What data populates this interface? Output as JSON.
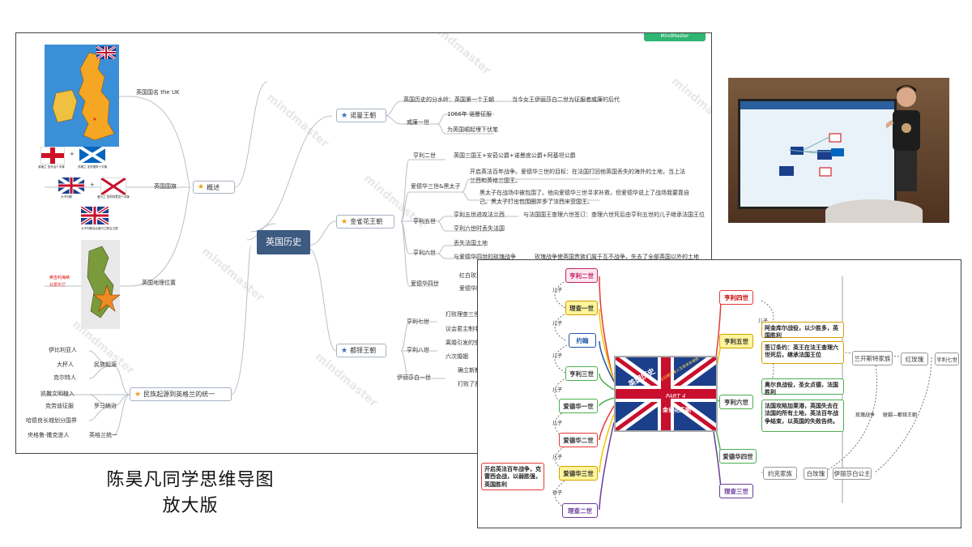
{
  "mindmap_left": {
    "root": "英国历史",
    "watermark": "mindmaster",
    "branches": {
      "overview": "概述",
      "norman": "诺曼王朝",
      "plantagenet": "金雀花王朝",
      "tudor": "都铎王朝",
      "origin": "民族起源到英格兰的统一"
    },
    "overview_items": [
      "英国国名 the UK",
      "英国国旗",
      "英国地理位置"
    ],
    "norman_items": {
      "watershed": "英国历史的分水岭：英国第一个王朝",
      "watershed_note": "当今女王伊丽莎白二世为征服者威廉的后代",
      "william": "威廉一世",
      "william_sub1": "1066年 诺曼征服",
      "william_sub2": "为英国崛起埋下伏笔"
    },
    "plantagenet_items": {
      "henry2": "亨利二世",
      "henry2_note": "英国三国王+安茹公爵+诺曼底公爵+阿基坦公爵",
      "edward3": "爱德华三世&黑太子",
      "edward3_note1": "开启英法百年战争。爱德华三世的目标：在法国打回他英国丢失的海外的土地，当上法兰西和英格兰国王。",
      "edward3_note2": "黑太子在战场中被包围了。他向爱德华三世寻求补救，但爱德华说上了战场我要靠自己。黑太子打出包围圈并多了法西米亚国王。",
      "henry5": "亨利五世",
      "henry5_note1": "亨利五世进攻法兰西",
      "henry5_note2": "与法国国王查理六世签订：查理六世死后由亨利五世的儿子继承法国王位",
      "henry5_note3": "亨利六世时丢失法国",
      "henry6": "亨利六世",
      "henry6_note1": "丢失法国土地",
      "henry6_note2": "与爱德华四世的玫瑰战争",
      "henry6_note3": "玫瑰战争使英国贵族们属于互不战争，失去了全部英国以外的土地",
      "edward4": "爱德华四世",
      "edward4_note1": "红白玫瑰",
      "edward4_note2": "爱德华四世"
    },
    "tudor_items": {
      "henry7": "亨利七世",
      "henry7_note1": "打败理查三世",
      "henry7_note2": "议会君主制中",
      "henry8": "亨利八世",
      "henry8_note1": "离婚引发的宗",
      "henry8_note2": "六次婚姻",
      "elizabeth": "伊丽莎白一世",
      "elizabeth_note1": "确立新教",
      "elizabeth_note2": "打败了西"
    },
    "origin_items": {
      "iberians": "伊比利亚人",
      "beakers": "大杯人",
      "celts": "克尔特人",
      "origin": "民族起源",
      "agricola": "凯撒文明植入",
      "claudius": "克劳迪征服",
      "roman_rule": "罗马统治",
      "hadrian": "哈德良长城划分国界",
      "anglo_saxons": "央格鲁-撒克逊人",
      "unification": "英格兰统一"
    },
    "flag_labels": {
      "england": "英格兰 圣乔治十字旗",
      "scotland": "苏格兰 圣安德鲁十字旗",
      "uk_early": "大不列颠",
      "ireland": "爱尔兰 圣帕特里克十字旗",
      "uk": "大不列颠及北爱尔兰联合王国"
    },
    "map_labels": {
      "map_red1": "英吉利海峡",
      "map_red2": "北爱尔兰"
    },
    "top_badge": "MindMaster"
  },
  "caption": {
    "line1": "陈昊凡同学思维导图",
    "line2": "放大版"
  },
  "mindmap_right": {
    "center_title": "英国历史",
    "center_sub": "王位继承者人生继承系谱图",
    "center_part": "PART 4",
    "center_dynasty": "金雀花王朝",
    "left_nodes": [
      "亨利二世",
      "理查一世",
      "约翰",
      "亨利三世",
      "爱德华一世",
      "爱德华二世",
      "爱德华三世",
      "理查二世"
    ],
    "right_nodes": [
      "亨利四世",
      "亨利五世",
      "亨利六世",
      "爱德华四世",
      "理查三世"
    ],
    "son_label": "儿子",
    "grandson_label": "孙子",
    "henry5_box1": "阿金库尔战役，以少胜多，英国胜利",
    "henry5_box2": "签订条约：英王在法王查理六世死后，继承法国王位",
    "henry6_box1": "奥尔良战役，圣女贞德，法国胜利",
    "henry6_box2": "法国攻陷加莱港，英国失去在法国的所有土地，英法百年战争结束，以英国的失败告终。",
    "edward3_box": "开启英法百年战争，克雷西会战，以弱胜强，英国胜利",
    "lancaster": "兰开斯特家族",
    "red_rose": "红玫瑰",
    "henry7": "亨利七世",
    "york": "约克家族",
    "white_rose": "白玫瑰",
    "elizabeth_york": "伊丽莎白公主",
    "war_of_roses": "玫瑰战争",
    "marriage": "联姻—都铎王朝"
  },
  "colors": {
    "root_bg": "#3d5a80",
    "norman_star": "#2b6cc4",
    "orange_star": "#f39c12",
    "pink_border": "#c0256a",
    "yellow_fill": "#fff59a",
    "green_border": "#4caf50",
    "purple_border": "#6a3d9a",
    "red_border": "#e53935",
    "blue_border": "#1e5aa8"
  }
}
